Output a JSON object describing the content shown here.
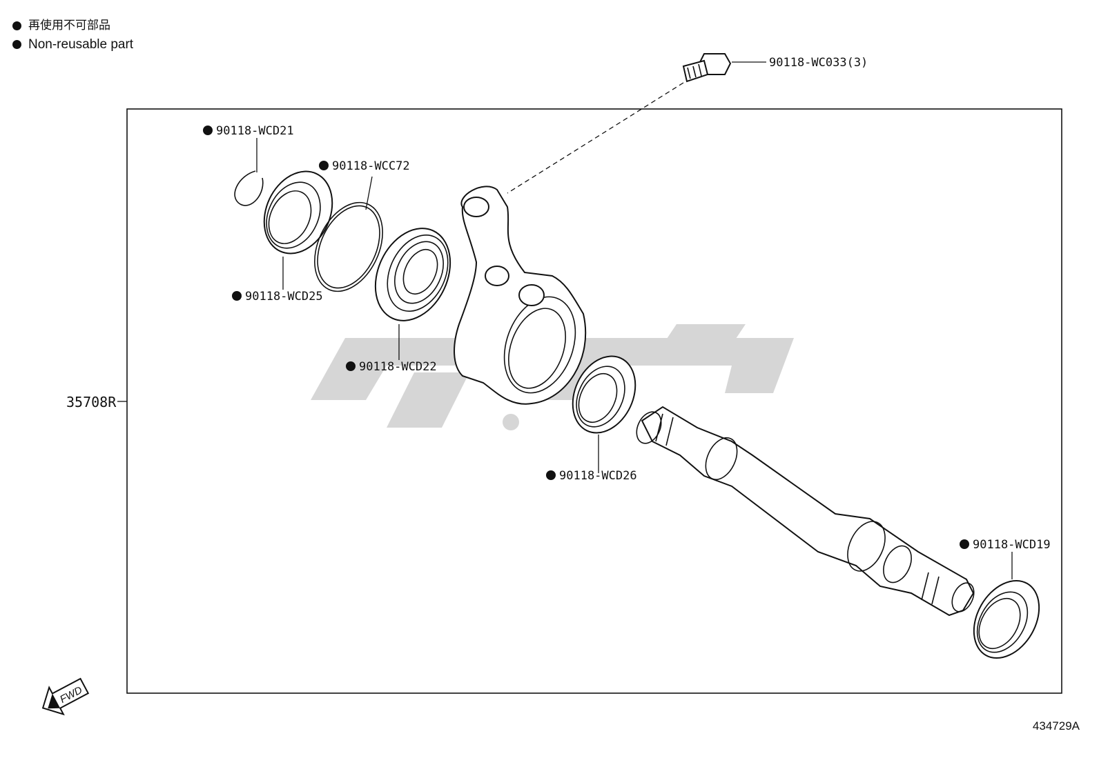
{
  "legend": {
    "line1": "再使用不可部品",
    "line2": "Non-reusable part"
  },
  "assembly": {
    "part_no": "35708R"
  },
  "parts": [
    {
      "part_no": "90118-WC033(3)",
      "non_reusable": false
    },
    {
      "part_no": "90118-WCD21",
      "non_reusable": true
    },
    {
      "part_no": "90118-WCC72",
      "non_reusable": true
    },
    {
      "part_no": "90118-WCD25",
      "non_reusable": true
    },
    {
      "part_no": "90118-WCD22",
      "non_reusable": true
    },
    {
      "part_no": "90118-WCD26",
      "non_reusable": true
    },
    {
      "part_no": "90118-WCD19",
      "non_reusable": true
    }
  ],
  "direction": {
    "label": "FWD"
  },
  "figure_id": "434729A",
  "icons": {
    "legend_marker": "filled-circle-icon",
    "direction": "fwd-arrow-icon"
  }
}
